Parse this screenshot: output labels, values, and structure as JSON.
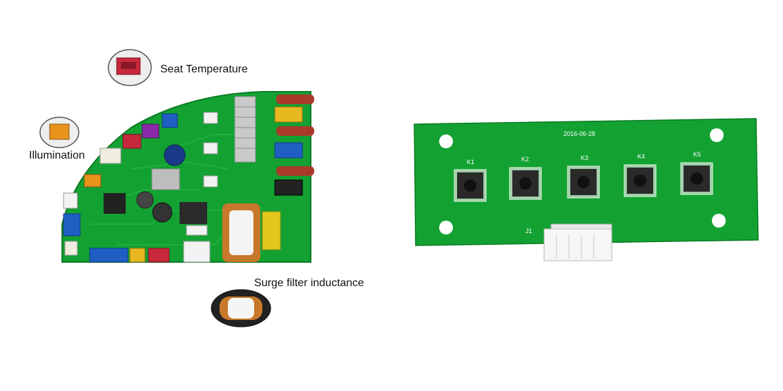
{
  "callouts": {
    "seat_temperature": "Seat Temperature",
    "illumination": "Illumination",
    "surge_filter_inductance": "Surge filter inductance"
  },
  "button_board": {
    "date_marking": "2016-06-28",
    "button_labels": [
      "K1",
      "K2",
      "K3",
      "K4",
      "K5"
    ],
    "connector_label": "J1"
  },
  "colors": {
    "pcb_green": "#13a232",
    "pcb_dark": "#0b7a24",
    "connector_red": "#c8283c",
    "connector_yellow": "#e8b820",
    "connector_blue": "#1f5fc4",
    "connector_purple": "#8a2aa8",
    "connector_orange": "#e8941c",
    "capacitor_red": "#a83a2a",
    "inductor_copper": "#c8782a"
  }
}
